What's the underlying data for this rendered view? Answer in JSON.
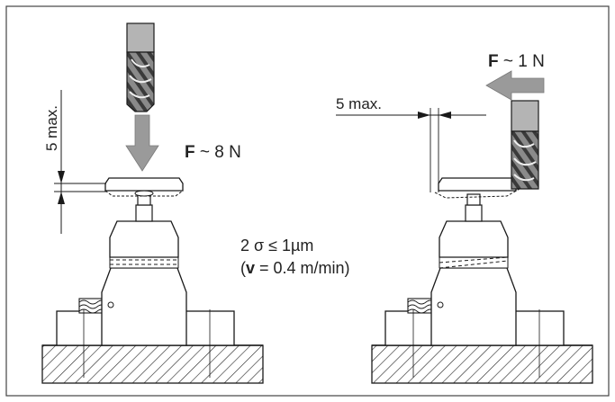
{
  "left": {
    "force_var": "F",
    "force_value": " ~ 8 N",
    "dim_label": "5 max."
  },
  "right": {
    "force_var": "F",
    "force_value": " ~ 1 N",
    "dim_label": "5 max."
  },
  "accuracy": {
    "line1": "2 σ ≤ 1µm",
    "line2_open": "(",
    "line2_var": "v",
    "line2_rest": " = 0.4 m/min)"
  },
  "colors": {
    "frame": "#444444",
    "arrow": "#9a9a9a",
    "stroke": "#1a1a1a",
    "tool_fill": "#b4b4b4"
  }
}
